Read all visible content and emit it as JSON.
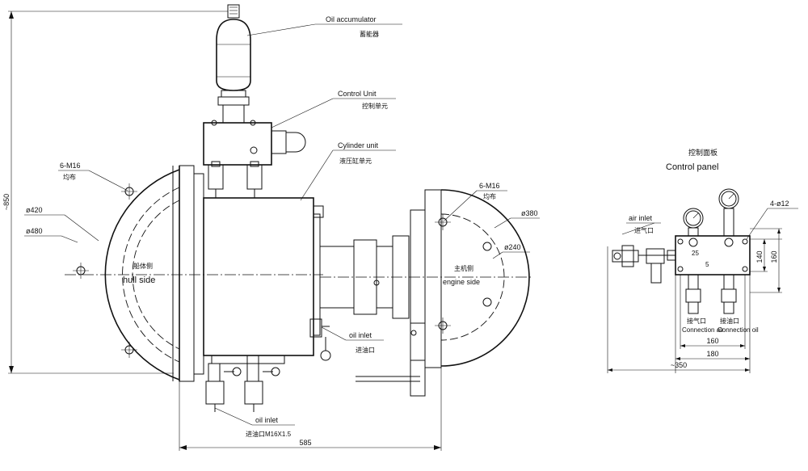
{
  "labels": {
    "oil_accumulator": "Oil accumulator",
    "oil_accumulator_cn": "蓄能器",
    "control_unit": "Control Unit",
    "control_unit_cn": "控制单元",
    "cylinder_unit": "Cylinder unit",
    "cylinder_unit_cn": "液压缸单元",
    "bolts_left": "6-M16",
    "bolts_left_cn": "均布",
    "bolts_right": "6-M16",
    "bolts_right_cn": "均布",
    "dia_420": "ø420",
    "dia_480": "ø480",
    "dia_380": "ø380",
    "dia_240": "ø240",
    "hull_side": "hull side",
    "hull_side_cn": "船体侧",
    "engine_side": "engine side",
    "engine_side_cn": "主机侧",
    "oil_inlet_right": "oil inlet",
    "oil_inlet_right_cn": "进油口",
    "oil_inlet_bottom": "oil inlet",
    "oil_inlet_bottom_cn": "进油口M16X1.5",
    "height_850": "~850",
    "width_585": "585"
  },
  "panel": {
    "title_cn": "控制面板",
    "title": "Control panel",
    "air_inlet": "air inlet",
    "air_inlet_cn": "进气口",
    "holes": "4-ø12",
    "dim_140": "140",
    "dim_160v": "160",
    "dim_5": "5",
    "dim_25": "25",
    "conn_air_cn": "接气口",
    "conn_oil_cn": "接油口",
    "conn_air": "Connection air",
    "conn_oil": "Connection oil",
    "dim_160": "160",
    "dim_180": "180",
    "dim_350": "~350"
  }
}
